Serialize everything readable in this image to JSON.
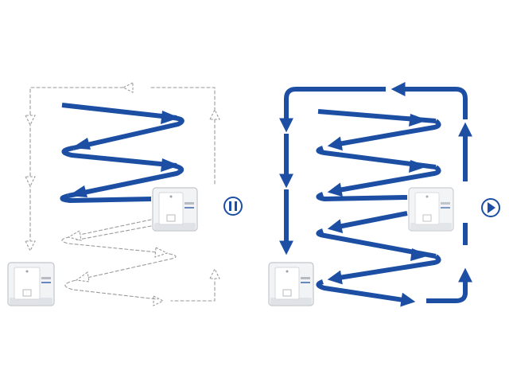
{
  "colors": {
    "path_active": "#1c4fa3",
    "path_inactive": "#9a9a9a",
    "control_icon": "#1c4fa3"
  },
  "panels": [
    {
      "state": "paused",
      "path_style": "dashed-grey",
      "control_icon": "pause-icon"
    },
    {
      "state": "running",
      "path_style": "solid-blue",
      "control_icon": "play-icon"
    }
  ]
}
